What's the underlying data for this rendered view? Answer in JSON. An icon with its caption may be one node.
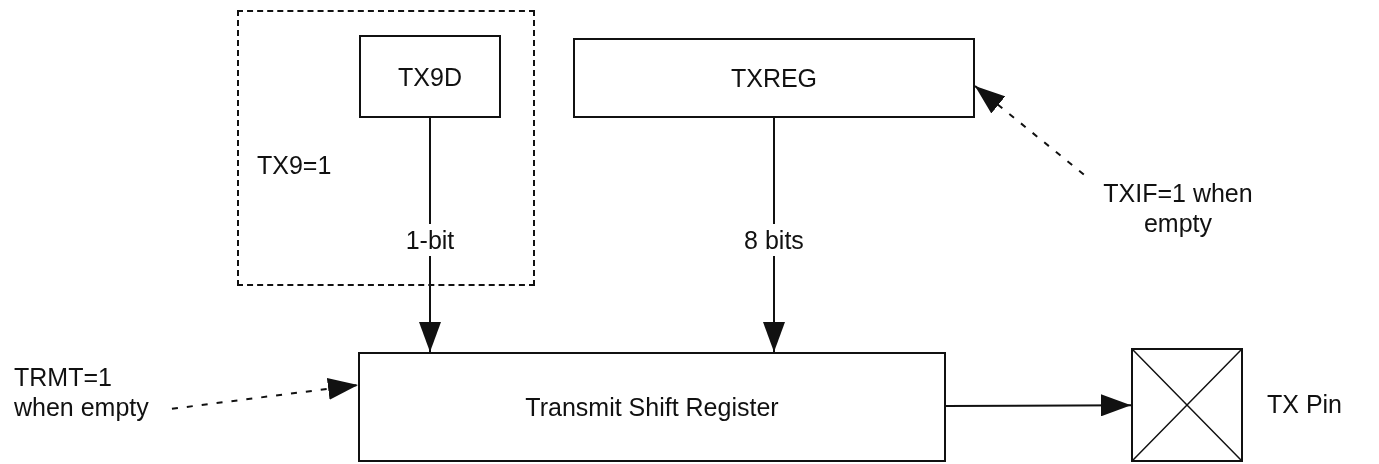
{
  "diagram": {
    "nodes": [
      {
        "text": [
          "TX9=1"
        ]
      },
      {
        "text": [
          "TX9D"
        ],
        "in": 0
      },
      {
        "text": [
          "TXREG"
        ]
      },
      {
        "text": [
          "Transmit Shift Register"
        ]
      },
      {
        "text": [],
        "shape": "box",
        "beside": [
          "TX Pin"
        ]
      },
      {
        "text": [
          "TRMT=1 when empty"
        ]
      },
      {
        "text": [
          "TXIF=1 when empty"
        ]
      }
    ],
    "edges": [
      {
        "from": 1,
        "to": 3,
        "arrow": "to",
        "label": "1-bit"
      },
      {
        "from": 2,
        "to": 3,
        "arrow": "to",
        "label": "8 bits"
      },
      {
        "from": 5,
        "to": 3,
        "arrow": "to",
        "style": "dashed"
      },
      {
        "from": 6,
        "to": 2,
        "arrow": "to",
        "style": "dashed"
      },
      {
        "from": 3,
        "to": 4,
        "arrow": "to"
      }
    ]
  }
}
